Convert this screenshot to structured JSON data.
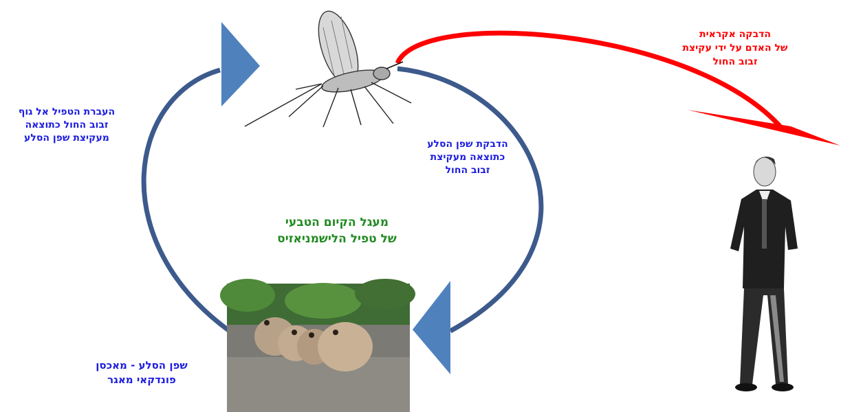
{
  "labels": {
    "transmission": [
      "העברת הטפיל אל גוף",
      "זבוב החול כתוצאה",
      "מעקיצת שפן הסלע"
    ],
    "hyrax_infection": [
      "הדבקת שפן הסלע",
      "כתוצאה מעקיצת",
      "זבוב החול"
    ],
    "center_title": [
      "מעגל הקיום הטבעי",
      "של טפיל הלישמניאזיס"
    ],
    "reservoir": [
      "שפן הסלע - מאכסן",
      "פונדקאי מאגר"
    ],
    "accidental_infection": [
      "הדבקה אקראית",
      "של האדם על ידי עקיצת",
      "זבוב החול"
    ]
  },
  "colors": {
    "cycle_arrow": "#3D5A8C",
    "arrow_head": "#4F81BD",
    "blue_text": "#1C1CE0",
    "green_text": "#218A21",
    "red": "#FF0000"
  },
  "icons": {
    "sandfly": "sandfly-drawing",
    "hyraxes": "rock-hyrax-photo",
    "human": "walking-man-figure"
  }
}
